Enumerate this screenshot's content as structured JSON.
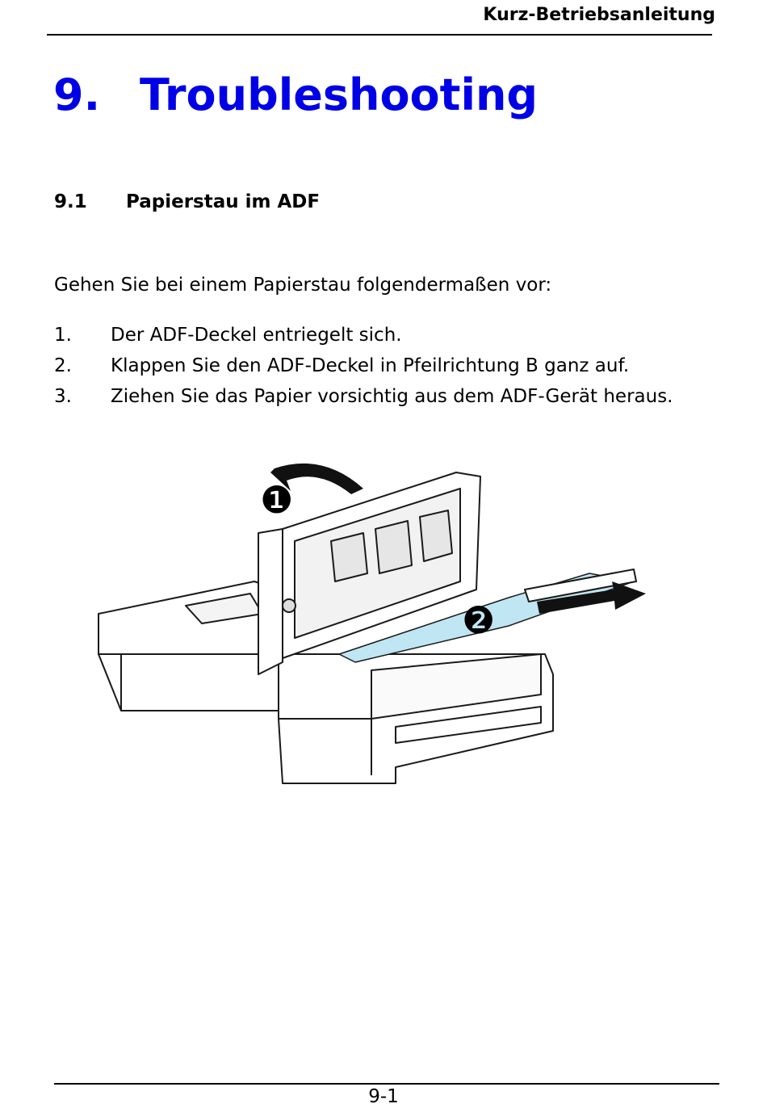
{
  "header": {
    "title": "Kurz-Betriebsanleitung"
  },
  "chapter": {
    "number": "9.",
    "title": "Troubleshooting"
  },
  "section": {
    "number": "9.1",
    "title": "Papierstau im ADF"
  },
  "intro": "Gehen Sie bei einem Papierstau folgendermaßen vor:",
  "steps": [
    {
      "number": "1.",
      "text": "Der ADF-Deckel entriegelt sich."
    },
    {
      "number": "2.",
      "text": "Klappen Sie den ADF-Deckel in Pfeilrichtung B ganz auf."
    },
    {
      "number": "3.",
      "text": "Ziehen Sie das Papier vorsichtig aus dem ADF-Gerät heraus."
    }
  ],
  "figure": {
    "markers": [
      "❶",
      "❷"
    ],
    "colors": {
      "paper": "#bfe6f2",
      "line": "#1a1a1a"
    }
  },
  "footer": {
    "page": "9-1"
  }
}
